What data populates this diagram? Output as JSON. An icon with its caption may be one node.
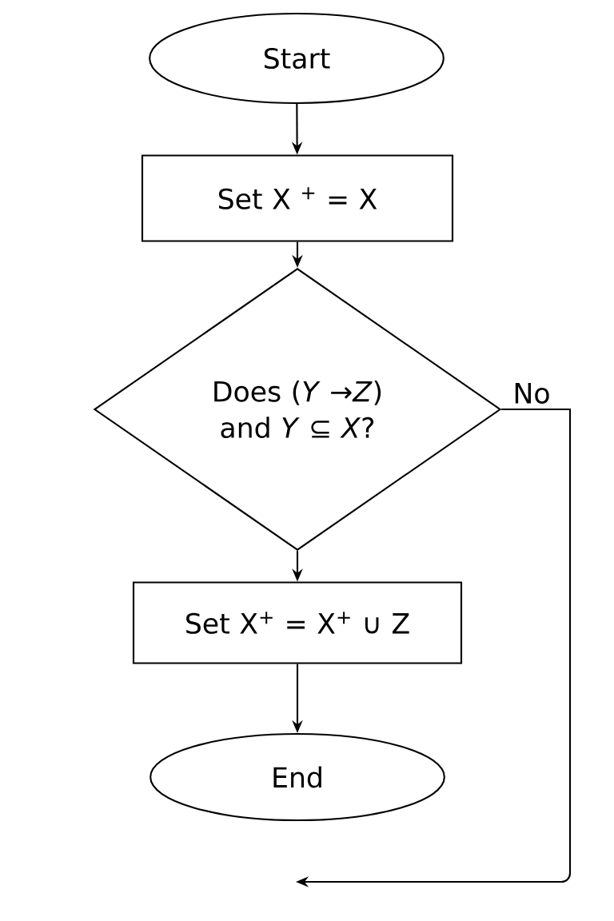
{
  "diagram": {
    "nodes": [
      {
        "text": [
          "Start"
        ]
      },
      {
        "text": [
          "Set X $^{+}$ = X"
        ]
      },
      {
        "text": [
          "Does (*Y* →*Z*) and *Y* ⊆ *X*?"
        ]
      },
      {
        "text": [
          "Set X$^{+}$ = X$^{+}$ ∪ Z"
        ]
      },
      {
        "text": [
          "End"
        ]
      }
    ],
    "edges": [
      {
        "from": 0,
        "to": 1,
        "arrow": "to"
      },
      {
        "from": 1,
        "to": 2,
        "arrow": "to"
      },
      {
        "from": 2,
        "to": 3,
        "arrow": "to"
      },
      {
        "from": 3,
        "to": 4,
        "arrow": "to"
      },
      {
        "from": 2,
        "to": null,
        "arrow": "to",
        "label": "No"
      }
    ]
  }
}
